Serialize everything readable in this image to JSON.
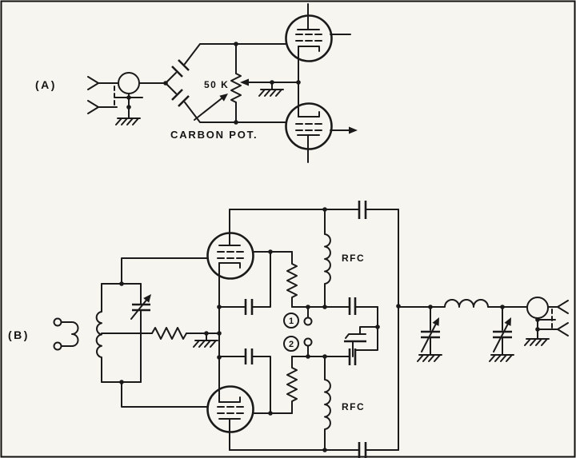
{
  "colors": {
    "ink": "#1a1a1a",
    "paper": "#f6f5f0"
  },
  "figure_a": {
    "label": "(A)",
    "pot_value": "50 K",
    "pot_label": "CARBON POT."
  },
  "figure_b": {
    "label": "(B)",
    "rfc_top_label": "RFC",
    "rfc_bottom_label": "RFC",
    "terminal_1": "1",
    "terminal_2": "2"
  }
}
